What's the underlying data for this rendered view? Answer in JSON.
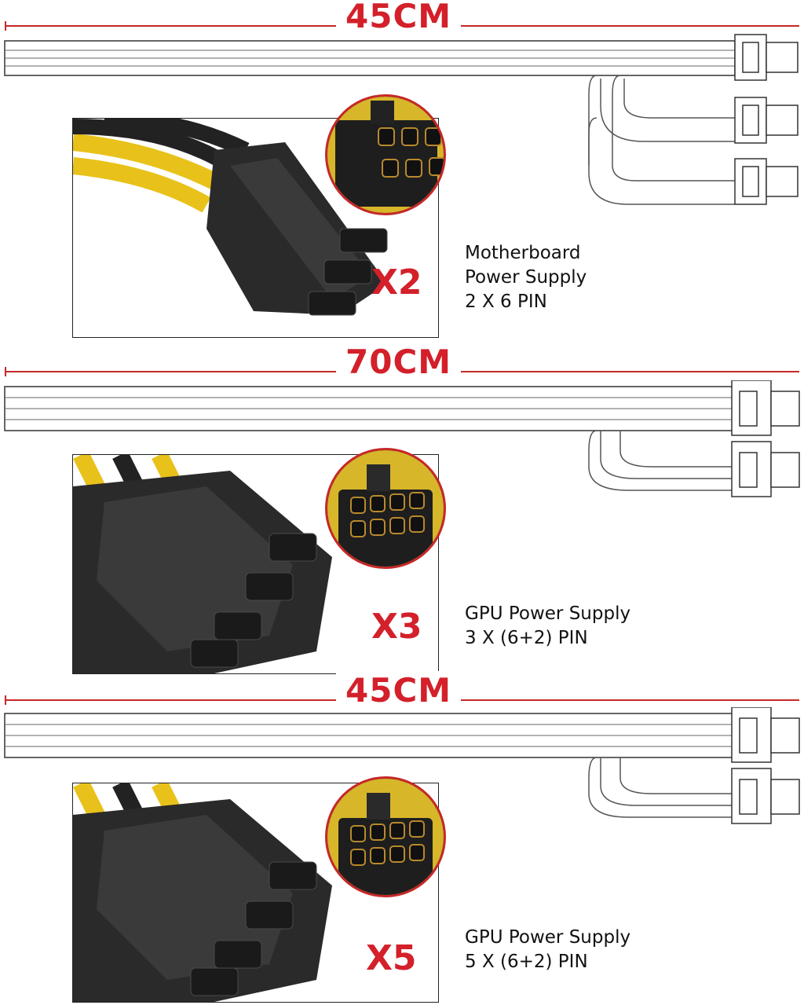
{
  "sections": [
    {
      "length_label": "45CM",
      "quantity": "X2",
      "desc_line1": "Motherboard",
      "desc_line2": "Power Supply",
      "desc_line3": "2 X 6 PIN"
    },
    {
      "length_label": "70CM",
      "quantity": "X3",
      "desc_line1": "GPU Power Supply",
      "desc_line2": "3 X (6+2) PIN"
    },
    {
      "length_label": "45CM",
      "quantity": "X5",
      "desc_line1": "GPU Power Supply",
      "desc_line2": "5 X (6+2) PIN"
    }
  ],
  "colors": {
    "accent_red": "#d3202a",
    "wire_yellow": "#e8c21a",
    "connector_black": "#1b1b1b"
  }
}
